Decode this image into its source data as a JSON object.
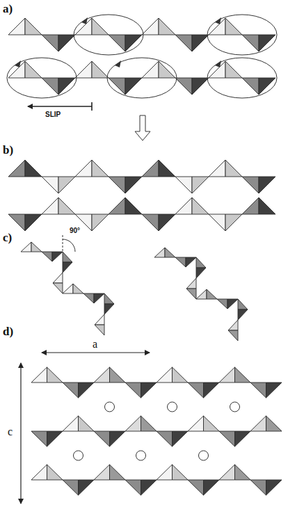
{
  "diagram": {
    "labels": [
      "a)",
      "SLIP",
      "b)",
      "c)",
      "90°",
      "d)",
      "a",
      "c"
    ]
  }
}
